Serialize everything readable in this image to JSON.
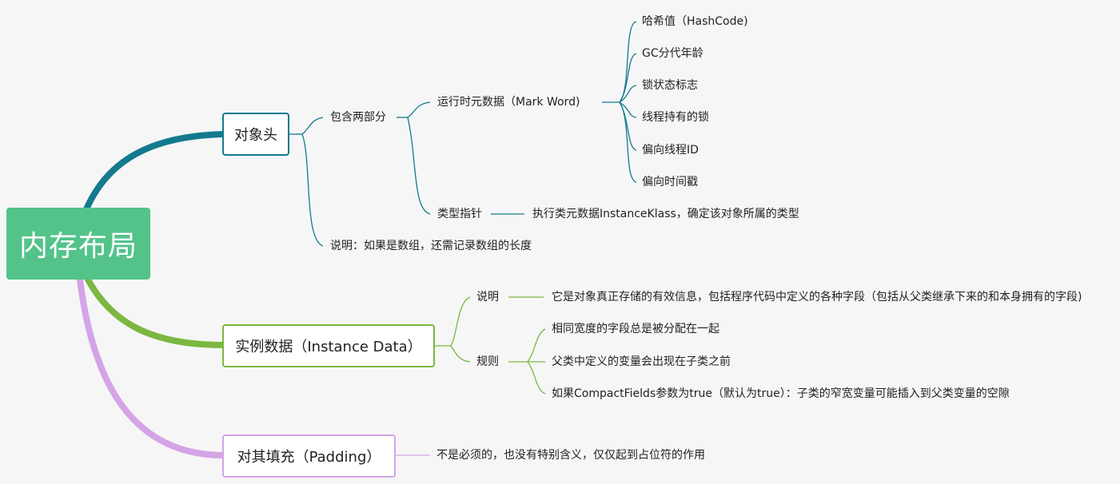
{
  "root": {
    "label": "内存布局"
  },
  "header": {
    "label": "对象头",
    "contains": "包含两部分",
    "mark_word": {
      "label": "运行时元数据（Mark Word)",
      "items": [
        "哈希值（HashCode)",
        "GC分代年龄",
        "锁状态标志",
        "线程持有的锁",
        "偏向线程ID",
        "偏向时间戳"
      ]
    },
    "klass_pointer": {
      "label": "类型指针",
      "desc": "执行类元数据InstanceKlass，确定该对象所属的类型"
    },
    "note": "说明：如果是数组，还需记录数组的长度"
  },
  "instance_data": {
    "label": "实例数据（Instance Data）",
    "explain_label": "说明",
    "explain_text": "它是对象真正存储的有效信息，包括程序代码中定义的各种字段（包括从父类继承下来的和本身拥有的字段)",
    "rules_label": "规则",
    "rules": [
      "相同宽度的字段总是被分配在一起",
      "父类中定义的变量会出现在子类之前",
      "如果CompactFields参数为true（默认为true）：子类的窄宽变量可能插入到父类变量的空隙"
    ]
  },
  "padding": {
    "label": "对其填充（Padding）",
    "desc": "不是必须的，也没有特别含义，仅仅起到占位符的作用"
  },
  "colors": {
    "root": "#53c38a",
    "header": "#147a8e",
    "instance": "#7cb742",
    "padding": "#d4a4e6"
  }
}
